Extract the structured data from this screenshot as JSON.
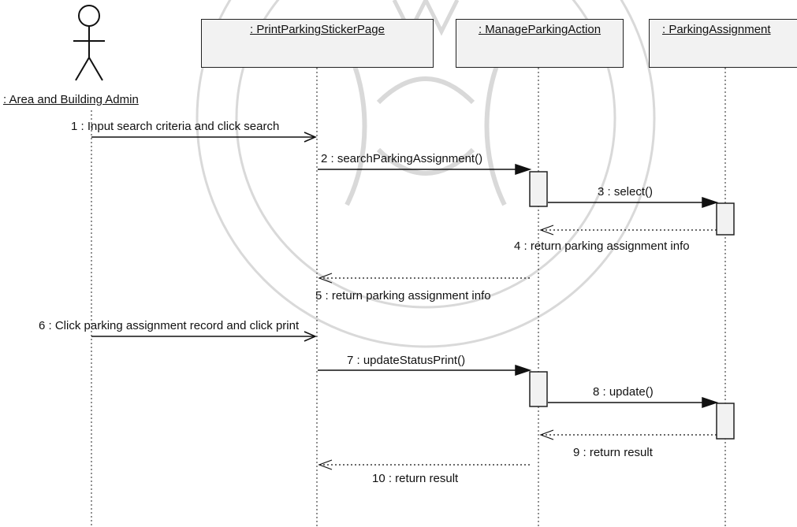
{
  "actor": {
    "label": ": Area and Building Admin"
  },
  "lifelines": [
    {
      "label": ": PrintParkingStickerPage"
    },
    {
      "label": ": ManageParkingAction"
    },
    {
      "label": ": ParkingAssignment"
    }
  ],
  "messages": [
    {
      "label": "1 : Input search criteria and click search",
      "kind": "call"
    },
    {
      "label": "2 : searchParkingAssignment()",
      "kind": "call"
    },
    {
      "label": "3 : select()",
      "kind": "call"
    },
    {
      "label": "4 : return parking assignment info",
      "kind": "return"
    },
    {
      "label": "5 : return parking assignment info",
      "kind": "return"
    },
    {
      "label": "6 : Click parking assignment record and click print",
      "kind": "call"
    },
    {
      "label": "7 : updateStatusPrint()",
      "kind": "call"
    },
    {
      "label": "8 : update()",
      "kind": "call"
    },
    {
      "label": "9 : return result",
      "kind": "return"
    },
    {
      "label": "10 : return result",
      "kind": "return"
    }
  ],
  "colors": {
    "line": "#222222",
    "box_fill": "#f2f2f2",
    "watermark": "#d6d6d6"
  }
}
